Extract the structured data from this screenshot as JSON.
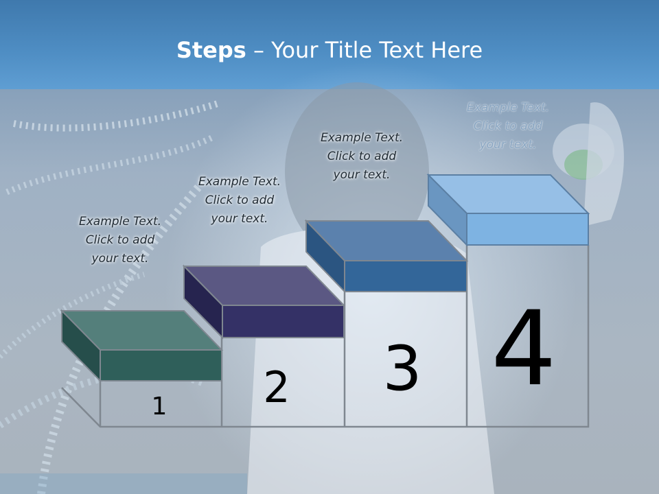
{
  "slide": {
    "title_bold": "Steps",
    "title_rest": " – Your Title Text Here"
  },
  "steps": [
    {
      "number": "1",
      "caption": [
        "Example Text.",
        "Click  to add",
        "your text."
      ],
      "color": "#2f5f5a"
    },
    {
      "number": "2",
      "caption": [
        "Example Text.",
        "Click  to add",
        "your text."
      ],
      "color": "#343166"
    },
    {
      "number": "3",
      "caption": [
        "Example Text.",
        "Click  to add",
        "your text."
      ],
      "color": "#336699"
    },
    {
      "number": "4",
      "caption": [
        "Example Text.",
        "Click  to add",
        "your text."
      ],
      "color": "#79aee0"
    }
  ],
  "colors": {
    "header": "#4a86bd",
    "outline": "#808080"
  }
}
